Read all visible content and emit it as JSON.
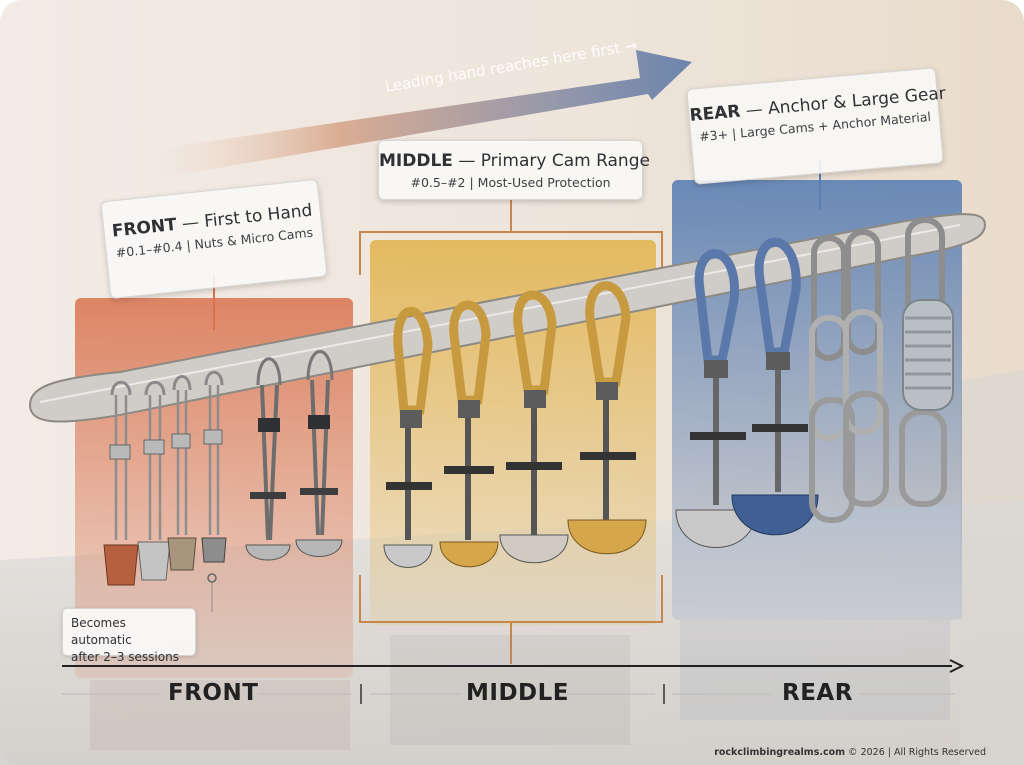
{
  "arrow_text": "Leading hand reaches here first →",
  "front": {
    "title": "FRONT",
    "title_rest": " — First to Hand",
    "sub": "#0.1–#0.4 | Nuts & Micro Cams"
  },
  "middle": {
    "title": "MIDDLE",
    "title_rest": " — Primary Cam Range",
    "sub": "#0.5–#2 | Most-Used Protection"
  },
  "rear": {
    "title": "REAR",
    "title_rest": " — Anchor & Large Gear",
    "sub": "#3+ | Large Cams + Anchor Material"
  },
  "tip": {
    "line1": "Becomes automatic",
    "line2": "after 2–3 sessions"
  },
  "axis": {
    "front": "FRONT",
    "middle": "MIDDLE",
    "rear": "REAR"
  },
  "credit": {
    "site": "rockclimbingrealms.com",
    "rest": " © 2026 | All Rights Reserved"
  },
  "colors": {
    "front_zone": "#d9734f",
    "middle_zone": "#e2b24a",
    "rear_zone": "#5b7fb3",
    "sling": "#c9c6c2",
    "cam_gold": "#d6a64a",
    "cam_blue": "#3f5f95",
    "nut_copper": "#b5613f"
  }
}
